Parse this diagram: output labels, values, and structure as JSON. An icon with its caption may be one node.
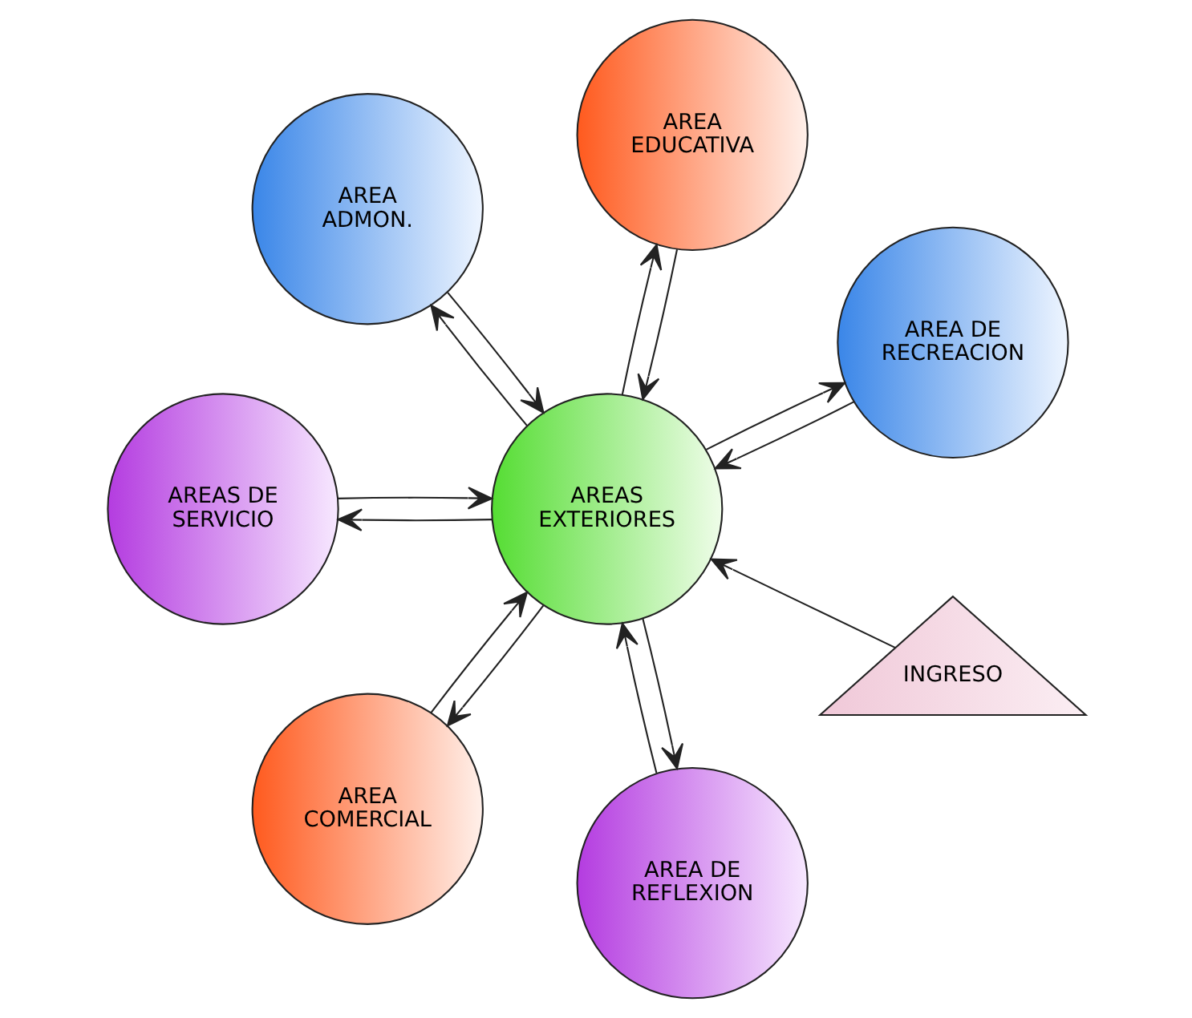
{
  "diagram": {
    "nodes": [
      {
        "text": [
          "AREA DE RECREACION"
        ]
      },
      {
        "text": [
          "AREA EDUCATIVA"
        ]
      },
      {
        "text": [
          "AREA ADMON."
        ]
      },
      {
        "text": [
          "AREAS DE SERVICIO"
        ]
      },
      {
        "text": [
          "AREAS EXTERIORES"
        ]
      },
      {
        "text": [
          "AREA COMERCIAL"
        ]
      },
      {
        "text": [
          "AREA DE REFLEXION"
        ]
      },
      {
        "text": [
          "INGRESO"
        ]
      }
    ],
    "edges": [
      {
        "from": 4,
        "to": 0,
        "arrow": "to"
      },
      {
        "from": 0,
        "to": 4,
        "arrow": "to"
      },
      {
        "from": 4,
        "to": 1,
        "arrow": "to"
      },
      {
        "from": 1,
        "to": 4,
        "arrow": "to"
      },
      {
        "from": 4,
        "to": 2,
        "arrow": "to"
      },
      {
        "from": 2,
        "to": 4,
        "arrow": "to"
      },
      {
        "from": 4,
        "to": 3,
        "arrow": "to"
      },
      {
        "from": 3,
        "to": 4,
        "arrow": "to"
      },
      {
        "from": 5,
        "to": 4,
        "arrow": "to"
      },
      {
        "from": 4,
        "to": 5,
        "arrow": "to"
      },
      {
        "from": 4,
        "to": 6,
        "arrow": "to"
      },
      {
        "from": 6,
        "to": 4,
        "arrow": "to"
      },
      {
        "from": 7,
        "to": 4,
        "arrow": "to"
      }
    ]
  }
}
